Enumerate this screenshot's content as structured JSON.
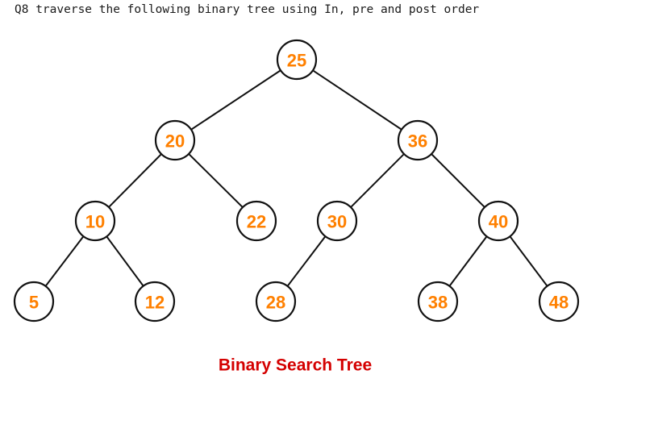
{
  "question": {
    "text": "Q8 traverse the following binary tree using In, pre and post order"
  },
  "tree": {
    "caption": "Binary Search Tree",
    "node_color": "#ff8000",
    "caption_color": "#d40000",
    "nodes": [
      {
        "id": "n25",
        "label": "25"
      },
      {
        "id": "n20",
        "label": "20"
      },
      {
        "id": "n36",
        "label": "36"
      },
      {
        "id": "n10",
        "label": "10"
      },
      {
        "id": "n22",
        "label": "22"
      },
      {
        "id": "n30",
        "label": "30"
      },
      {
        "id": "n40",
        "label": "40"
      },
      {
        "id": "n5",
        "label": "5"
      },
      {
        "id": "n12",
        "label": "12"
      },
      {
        "id": "n28",
        "label": "28"
      },
      {
        "id": "n38",
        "label": "38"
      },
      {
        "id": "n48",
        "label": "48"
      }
    ],
    "edges": [
      [
        "n25",
        "n20"
      ],
      [
        "n25",
        "n36"
      ],
      [
        "n20",
        "n10"
      ],
      [
        "n20",
        "n22"
      ],
      [
        "n36",
        "n30"
      ],
      [
        "n36",
        "n40"
      ],
      [
        "n10",
        "n5"
      ],
      [
        "n10",
        "n12"
      ],
      [
        "n30",
        "n28"
      ],
      [
        "n40",
        "n38"
      ],
      [
        "n40",
        "n48"
      ]
    ]
  }
}
